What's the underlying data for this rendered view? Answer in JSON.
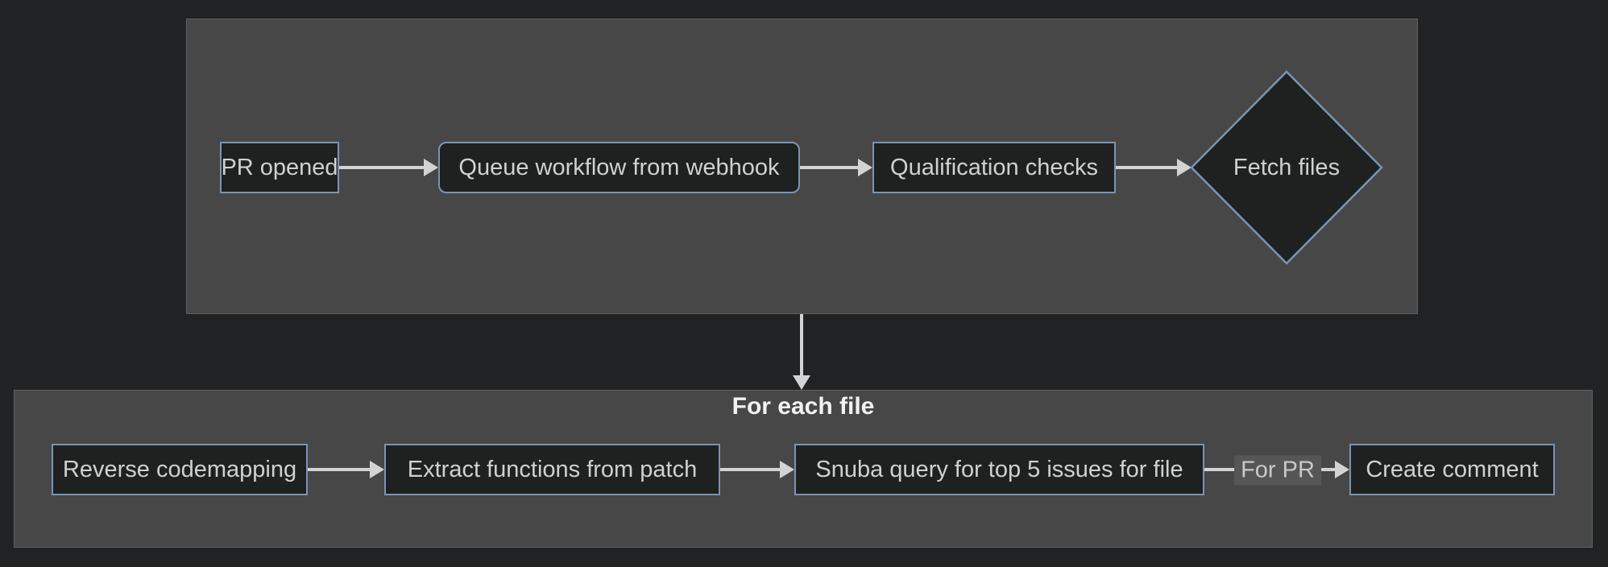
{
  "diagram": {
    "type": "flowchart",
    "colors": {
      "background": "#212224",
      "cluster_fill": "#474747",
      "cluster_border": "#5f5f5f",
      "node_fill": "#1f2020",
      "node_border": "#7895b5",
      "node_text": "#d0d0d0",
      "edge": "#d3d3d3",
      "edge_label_background": "#565656",
      "subgraph_title_text": "#f2f2f2"
    },
    "top_flow": {
      "nodes": [
        {
          "id": "pr-opened",
          "label": "PR opened",
          "shape": "rect"
        },
        {
          "id": "queue-workflow",
          "label": "Queue workflow from webhook",
          "shape": "rounded-rect"
        },
        {
          "id": "qualification-checks",
          "label": "Qualification checks",
          "shape": "rect"
        },
        {
          "id": "fetch-files",
          "label": "Fetch files",
          "shape": "diamond"
        }
      ]
    },
    "subgraph": {
      "title": "For each file",
      "nodes": [
        {
          "id": "reverse-codemapping",
          "label": "Reverse codemapping",
          "shape": "rect"
        },
        {
          "id": "extract-functions",
          "label": "Extract functions from patch",
          "shape": "rect"
        },
        {
          "id": "snuba-query",
          "label": "Snuba query for top 5 issues for file",
          "shape": "rect"
        },
        {
          "id": "create-comment",
          "label": "Create comment",
          "shape": "rect"
        }
      ]
    },
    "edges": [
      {
        "from": "pr-opened",
        "to": "queue-workflow",
        "label": ""
      },
      {
        "from": "queue-workflow",
        "to": "qualification-checks",
        "label": ""
      },
      {
        "from": "qualification-checks",
        "to": "fetch-files",
        "label": ""
      },
      {
        "from": "top-group",
        "to": "for-each-file-group",
        "label": ""
      },
      {
        "from": "reverse-codemapping",
        "to": "extract-functions",
        "label": ""
      },
      {
        "from": "extract-functions",
        "to": "snuba-query",
        "label": ""
      },
      {
        "from": "snuba-query",
        "to": "create-comment",
        "label": "For PR"
      }
    ]
  }
}
